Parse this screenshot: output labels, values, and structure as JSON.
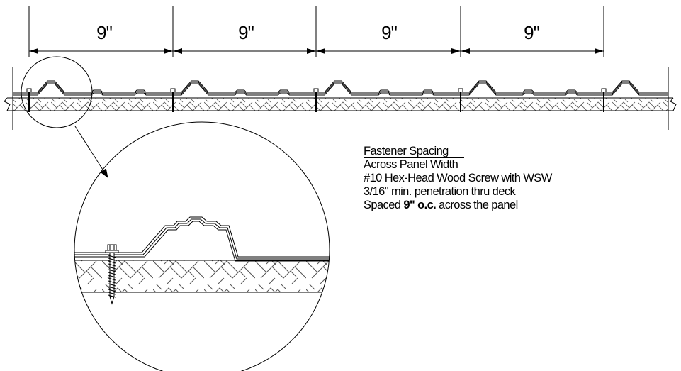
{
  "dimensions": {
    "labels": [
      "9\"",
      "9\"",
      "9\"",
      "9\""
    ]
  },
  "notes": {
    "title": "Fastener Spacing",
    "line1": "Across Panel Width",
    "line2": "#10 Hex-Head Wood Screw with WSW",
    "line3": "3/16\" min. penetration thru deck",
    "line4_prefix": "Spaced ",
    "line4_bold": "9\" o.c.",
    "line4_suffix": " across the panel"
  },
  "colors": {
    "line": "#000000",
    "background": "#ffffff"
  }
}
